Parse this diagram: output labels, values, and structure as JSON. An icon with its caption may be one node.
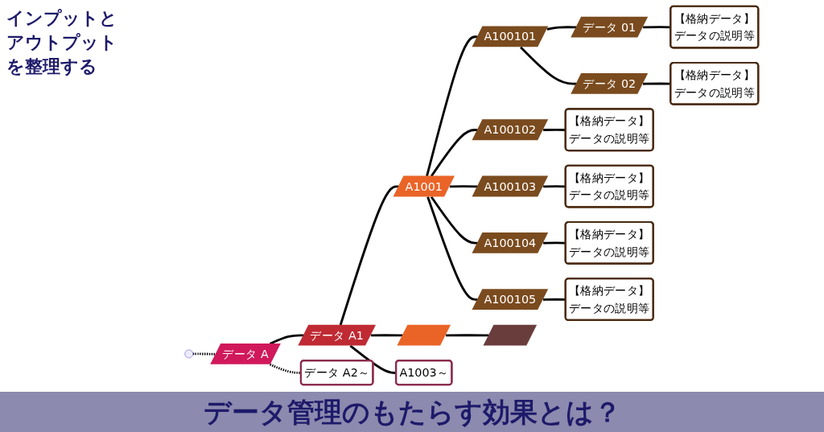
{
  "diagram": {
    "title": "データ管理のもたらす効果とは？",
    "nodes": [
      {
        "text": [
          "データ A"
        ]
      },
      {
        "text": [
          "データ A1"
        ]
      },
      {
        "text": [
          "A1001"
        ]
      },
      {
        "text": [
          "A100101"
        ]
      },
      {
        "text": [
          "データ 01"
        ]
      },
      {
        "text": [
          "【格納データ】",
          "データの説明等"
        ]
      },
      {
        "text": [
          "データ 02"
        ]
      },
      {
        "text": [
          "【格納データ】",
          "データの説明等"
        ]
      },
      {
        "text": [
          "A100102"
        ]
      },
      {
        "text": [
          "【格納データ】",
          "データの説明等"
        ]
      },
      {
        "text": [
          "A100103"
        ]
      },
      {
        "text": [
          "【格納データ】",
          "データの説明等"
        ]
      },
      {
        "text": [
          "A100104"
        ]
      },
      {
        "text": [
          "【格納データ】",
          "データの説明等"
        ]
      },
      {
        "text": [
          "A100105"
        ]
      },
      {
        "text": [
          "【格納データ】",
          "データの説明等"
        ]
      },
      {
        "text": [
          "データ A2～"
        ]
      },
      {
        "text": [],
        "shape": "picture"
      },
      {
        "text": [],
        "shape": "picture"
      },
      {
        "text": [
          "A1003～"
        ]
      }
    ],
    "edges": [
      {
        "from": null,
        "to": 0,
        "arrow": "none",
        "style": "dashed"
      },
      {
        "from": 0,
        "to": 1,
        "arrow": "none"
      },
      {
        "from": 1,
        "to": 2,
        "arrow": "none"
      },
      {
        "from": 2,
        "to": 3,
        "arrow": "none"
      },
      {
        "from": 3,
        "to": 4,
        "arrow": "none"
      },
      {
        "from": 4,
        "to": 5,
        "arrow": "none"
      },
      {
        "from": 3,
        "to": 6,
        "arrow": "none"
      },
      {
        "from": 6,
        "to": 7,
        "arrow": "none"
      },
      {
        "from": 2,
        "to": 8,
        "arrow": "none"
      },
      {
        "from": 8,
        "to": 9,
        "arrow": "none"
      },
      {
        "from": 2,
        "to": 10,
        "arrow": "none"
      },
      {
        "from": 10,
        "to": 11,
        "arrow": "none"
      },
      {
        "from": 2,
        "to": 12,
        "arrow": "none"
      },
      {
        "from": 12,
        "to": 13,
        "arrow": "none"
      },
      {
        "from": 2,
        "to": 14,
        "arrow": "none"
      },
      {
        "from": 14,
        "to": 15,
        "arrow": "none"
      },
      {
        "from": 0,
        "to": 16,
        "arrow": "none",
        "style": "dashed"
      },
      {
        "from": 1,
        "to": 17,
        "arrow": "none"
      },
      {
        "from": 17,
        "to": 18,
        "arrow": "none"
      },
      {
        "from": 1,
        "to": 19,
        "arrow": "none"
      }
    ],
    "labels": [
      "インプットとアウトプットを整理する"
    ]
  }
}
